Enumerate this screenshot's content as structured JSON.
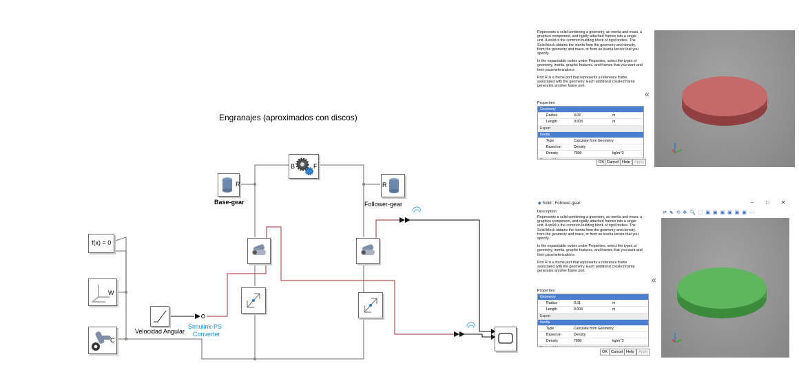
{
  "diagram": {
    "title": "Engranajes (aproximados con discos)",
    "blocks": {
      "fx_label": "f(x) = 0",
      "world_port": "W",
      "config_port": "C",
      "base_gear": "Base-gear",
      "base_gear_port": "R",
      "follower_gear": "Follower-gear",
      "follower_gear_port": "R",
      "gear_b": "B",
      "gear_f": "F",
      "ramp_label": "Velocidad Angular",
      "converter_line1": "Simulink-PS",
      "converter_line2": "Converter"
    },
    "colors": {
      "signal": "#000000",
      "physical": "#7a7a7a",
      "sensed": "#b04a4a",
      "converter": "#1a8fe0"
    }
  },
  "dialog_top": {
    "description": [
      "Represents a solid combining a geometry, an inertia and mass, a graphics component, and rigidly attached frames into a single unit. A solid is the common building block of rigid bodies. The Solid block obtains the inertia from the geometry and density, from the geometry and mass, or from an inertia tensor that you specify.",
      "In the expandable nodes under Properties, select the types of geometry, inertia, graphic features, and frames that you want and their parameterizations.",
      "Port R is a frame port that represents a reference frame associated with the geometry. Each additional created frame generates another frame port."
    ],
    "properties_label": "Properties",
    "rows": [
      {
        "kind": "sect",
        "name": "Geometry",
        "value": "",
        "unit": ""
      },
      {
        "kind": "row",
        "name": "Radius",
        "value": "0.02",
        "unit": "m"
      },
      {
        "kind": "row",
        "name": "Length",
        "value": "0.003",
        "unit": "m"
      },
      {
        "kind": "sub",
        "name": "Export",
        "value": "",
        "unit": ""
      },
      {
        "kind": "sect",
        "name": "Inertia",
        "value": "",
        "unit": ""
      },
      {
        "kind": "row",
        "name": "Type",
        "value": "Calculate from Geometry",
        "unit": ""
      },
      {
        "kind": "row",
        "name": "Based on",
        "value": "Density",
        "unit": ""
      },
      {
        "kind": "row",
        "name": "Density",
        "value": "7800",
        "unit": "kg/m^3"
      },
      {
        "kind": "sub",
        "name": "Derived Values",
        "value": "",
        "unit": "Update"
      }
    ],
    "buttons": [
      "OK",
      "Cancel",
      "Help",
      "Apply"
    ],
    "disk_color": "#c46a6a"
  },
  "dialog_bottom": {
    "window_title": "Solid : Follower-gear",
    "description_label": "Description",
    "description": [
      "Represents a solid combining a geometry, an inertia and mass, a graphics component, and rigidly attached frames into a single unit. A solid is the common building block of rigid bodies. The Solid block obtains the inertia from the geometry and density, from the geometry and mass, or from an inertia tensor that you specify.",
      "In the expandable nodes under Properties, select the types of geometry, inertia, graphic features, and frames that you want and their parameterizations.",
      "Port R is a frame port that represents a reference frame associated with the geometry. Each additional created frame generates another frame port."
    ],
    "properties_label": "Properties",
    "rows": [
      {
        "kind": "sect",
        "name": "Geometry",
        "value": "",
        "unit": ""
      },
      {
        "kind": "row",
        "name": "Radius",
        "value": "0.01",
        "unit": "m"
      },
      {
        "kind": "row",
        "name": "Length",
        "value": "0.003",
        "unit": "m"
      },
      {
        "kind": "sub",
        "name": "Export",
        "value": "",
        "unit": ""
      },
      {
        "kind": "sect",
        "name": "Inertia",
        "value": "",
        "unit": ""
      },
      {
        "kind": "row",
        "name": "Type",
        "value": "Calculate from Geometry",
        "unit": ""
      },
      {
        "kind": "row",
        "name": "Based on",
        "value": "Density",
        "unit": ""
      },
      {
        "kind": "row",
        "name": "Density",
        "value": "7800",
        "unit": "kg/m^3"
      },
      {
        "kind": "sub",
        "name": "Derived Values",
        "value": "",
        "unit": "Update"
      }
    ],
    "buttons": [
      "OK",
      "Cancel",
      "Help",
      "Apply"
    ],
    "window_controls": [
      "–",
      "□",
      "✕"
    ],
    "disk_color": "#5fb65f"
  }
}
